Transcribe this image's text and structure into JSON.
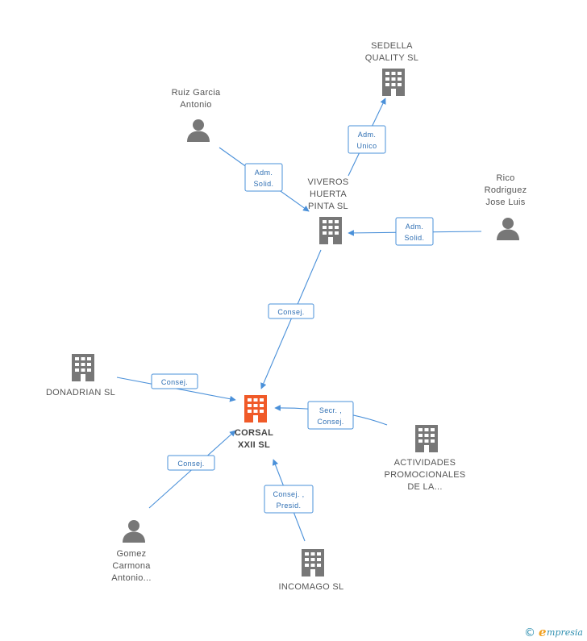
{
  "colors": {
    "edge": "#4a90d9",
    "node": "#777777",
    "focus_node": "#f05a28"
  },
  "nodes": {
    "sedella": {
      "type": "company",
      "lines": [
        "SEDELLA",
        "QUALITY SL"
      ]
    },
    "ruiz": {
      "type": "person",
      "lines": [
        "Ruiz Garcia",
        "Antonio"
      ]
    },
    "viveros": {
      "type": "company",
      "lines": [
        "VIVEROS",
        "HUERTA",
        "PINTA SL"
      ]
    },
    "rico": {
      "type": "person",
      "lines": [
        "Rico",
        "Rodriguez",
        "Jose Luis"
      ]
    },
    "donadrian": {
      "type": "company",
      "lines": [
        "DONADRIAN SL"
      ]
    },
    "corsal": {
      "type": "company-focus",
      "lines": [
        "CORSAL",
        "XXII SL"
      ]
    },
    "actividades": {
      "type": "company",
      "lines": [
        "ACTIVIDADES",
        "PROMOCIONALES",
        "DE LA..."
      ]
    },
    "gomez": {
      "type": "person",
      "lines": [
        "Gomez",
        "Carmona",
        "Antonio..."
      ]
    },
    "incomago": {
      "type": "company",
      "lines": [
        "INCOMAGO SL"
      ]
    }
  },
  "edges": [
    {
      "id": "viveros-sedella",
      "lines": [
        "Adm.",
        "Unico"
      ]
    },
    {
      "id": "ruiz-viveros",
      "lines": [
        "Adm.",
        "Solid."
      ]
    },
    {
      "id": "rico-viveros",
      "lines": [
        "Adm.",
        "Solid."
      ]
    },
    {
      "id": "viveros-corsal",
      "lines": [
        "Consej."
      ]
    },
    {
      "id": "donadrian-corsal",
      "lines": [
        "Consej."
      ]
    },
    {
      "id": "actividades-corsal",
      "lines": [
        "Secr. ,",
        "Consej."
      ]
    },
    {
      "id": "gomez-corsal",
      "lines": [
        "Consej."
      ]
    },
    {
      "id": "incomago-corsal",
      "lines": [
        "Consej. ,",
        "Presid."
      ]
    }
  ],
  "brand": {
    "copyright": "©",
    "e_letter": "e",
    "name": "mpresia"
  }
}
